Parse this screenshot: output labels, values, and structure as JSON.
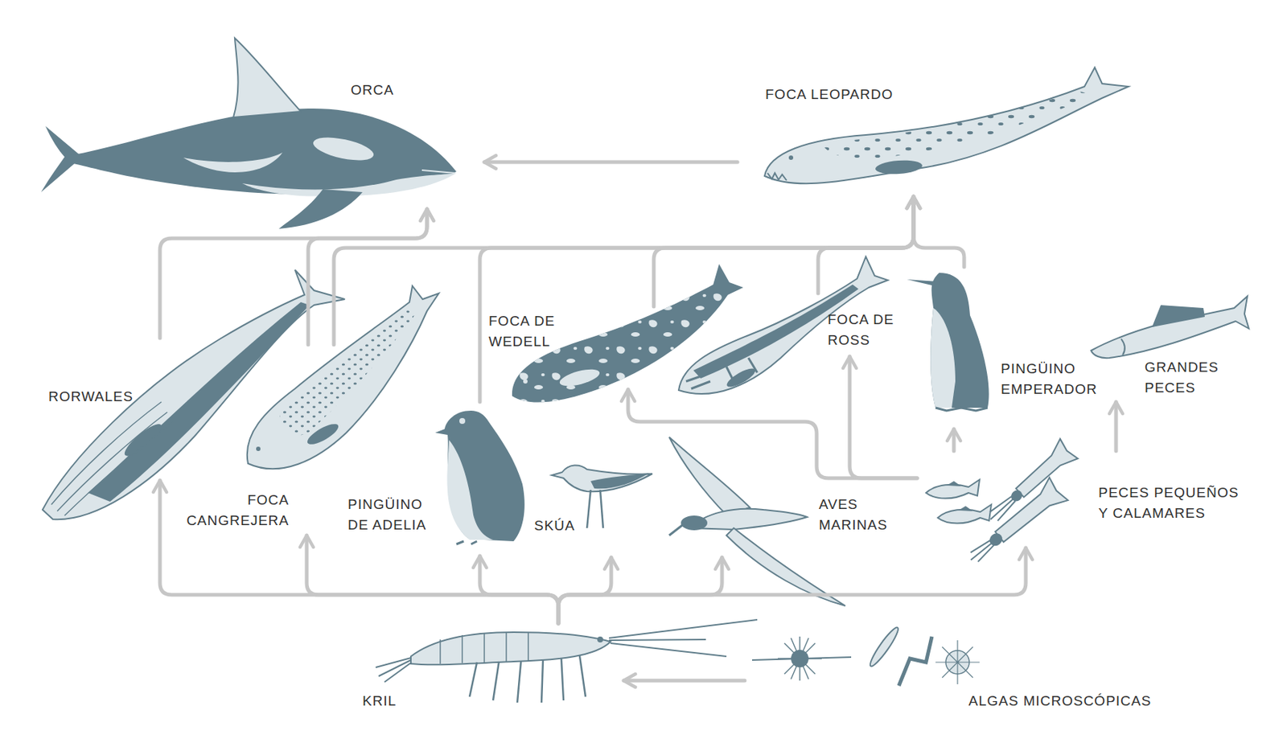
{
  "diagram": {
    "nodes": [
      {
        "text": [
          "ORCA"
        ]
      },
      {
        "text": [
          "FOCA LEOPARDO"
        ]
      },
      {
        "text": [
          "RORWALES"
        ]
      },
      {
        "text": [
          "FOCA CANGREJERA"
        ]
      },
      {
        "text": [
          "FOCA DE WEDELL"
        ]
      },
      {
        "text": [
          "FOCA DE ROSS"
        ]
      },
      {
        "text": [
          "PINGÜINO EMPERADOR"
        ]
      },
      {
        "text": [
          "GRANDES PECES"
        ]
      },
      {
        "text": [
          "PINGÜINO DE ADELIA"
        ]
      },
      {
        "text": [
          "SKÚA"
        ]
      },
      {
        "text": [
          "AVES MARINAS"
        ]
      },
      {
        "text": [
          "PECES PEQUEÑOS Y CALAMARES"
        ]
      },
      {
        "text": [
          "KRIL"
        ]
      },
      {
        "text": [
          "ALGAS MICROSCÓPICAS"
        ]
      }
    ],
    "edges": [
      {
        "from": 1,
        "to": 0,
        "arrow": "to"
      },
      {
        "from": 2,
        "to": 0,
        "arrow": "to"
      },
      {
        "from": 3,
        "to": 0,
        "arrow": "to"
      },
      {
        "from": 3,
        "to": 1,
        "arrow": "to"
      },
      {
        "from": 8,
        "to": 1,
        "arrow": "to"
      },
      {
        "from": 4,
        "to": 1,
        "arrow": "to"
      },
      {
        "from": 5,
        "to": 1,
        "arrow": "to"
      },
      {
        "from": 6,
        "to": 1,
        "arrow": "to"
      },
      {
        "from": 12,
        "to": 2,
        "arrow": "to"
      },
      {
        "from": 12,
        "to": 3,
        "arrow": "to"
      },
      {
        "from": 12,
        "to": 8,
        "arrow": "to"
      },
      {
        "from": 12,
        "to": 9,
        "arrow": "to"
      },
      {
        "from": 12,
        "to": 10,
        "arrow": "to"
      },
      {
        "from": 12,
        "to": 11,
        "arrow": "to"
      },
      {
        "from": 13,
        "to": 12,
        "arrow": "to"
      },
      {
        "from": 11,
        "to": 4,
        "arrow": "to"
      },
      {
        "from": 11,
        "to": 5,
        "arrow": "to"
      },
      {
        "from": 11,
        "to": 6,
        "arrow": "to"
      },
      {
        "from": 11,
        "to": 7,
        "arrow": "to"
      }
    ]
  }
}
